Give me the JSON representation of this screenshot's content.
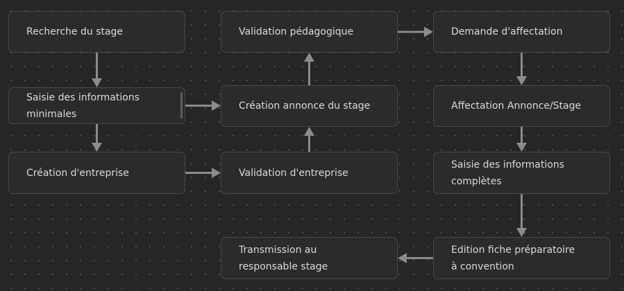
{
  "diagram": {
    "nodes": [
      {
        "id": "n1",
        "lines": [
          "Recherche du stage"
        ]
      },
      {
        "id": "n2",
        "lines": [
          "Saisie des informations",
          "minimales"
        ]
      },
      {
        "id": "n3",
        "lines": [
          "Création d'entreprise"
        ]
      },
      {
        "id": "n4",
        "lines": [
          "Validation pédagogique"
        ]
      },
      {
        "id": "n5",
        "lines": [
          "Création annonce du stage"
        ]
      },
      {
        "id": "n6",
        "lines": [
          "Validation d'entreprise"
        ]
      },
      {
        "id": "n7",
        "lines": [
          "Demande d'affectation"
        ]
      },
      {
        "id": "n8",
        "lines": [
          "Affectation Annonce/Stage"
        ]
      },
      {
        "id": "n9",
        "lines": [
          "Saisie des informations",
          "complètes"
        ]
      },
      {
        "id": "n10",
        "lines": [
          "Transmission au",
          "responsable stage"
        ]
      },
      {
        "id": "n11",
        "lines": [
          "Edition fiche préparatoire",
          "à convention"
        ]
      }
    ],
    "edges": [
      {
        "from": "n1",
        "to": "n2"
      },
      {
        "from": "n2",
        "to": "n3"
      },
      {
        "from": "n2",
        "to": "n5"
      },
      {
        "from": "n3",
        "to": "n6"
      },
      {
        "from": "n6",
        "to": "n5"
      },
      {
        "from": "n5",
        "to": "n4"
      },
      {
        "from": "n4",
        "to": "n7"
      },
      {
        "from": "n7",
        "to": "n8"
      },
      {
        "from": "n8",
        "to": "n9"
      },
      {
        "from": "n9",
        "to": "n11"
      },
      {
        "from": "n11",
        "to": "n10"
      }
    ],
    "colors": {
      "background": "#262626",
      "node_fill": "#2b2b2b",
      "node_border": "#4a4a4a",
      "text": "#dadada",
      "edge": "#8c8c8c"
    }
  }
}
